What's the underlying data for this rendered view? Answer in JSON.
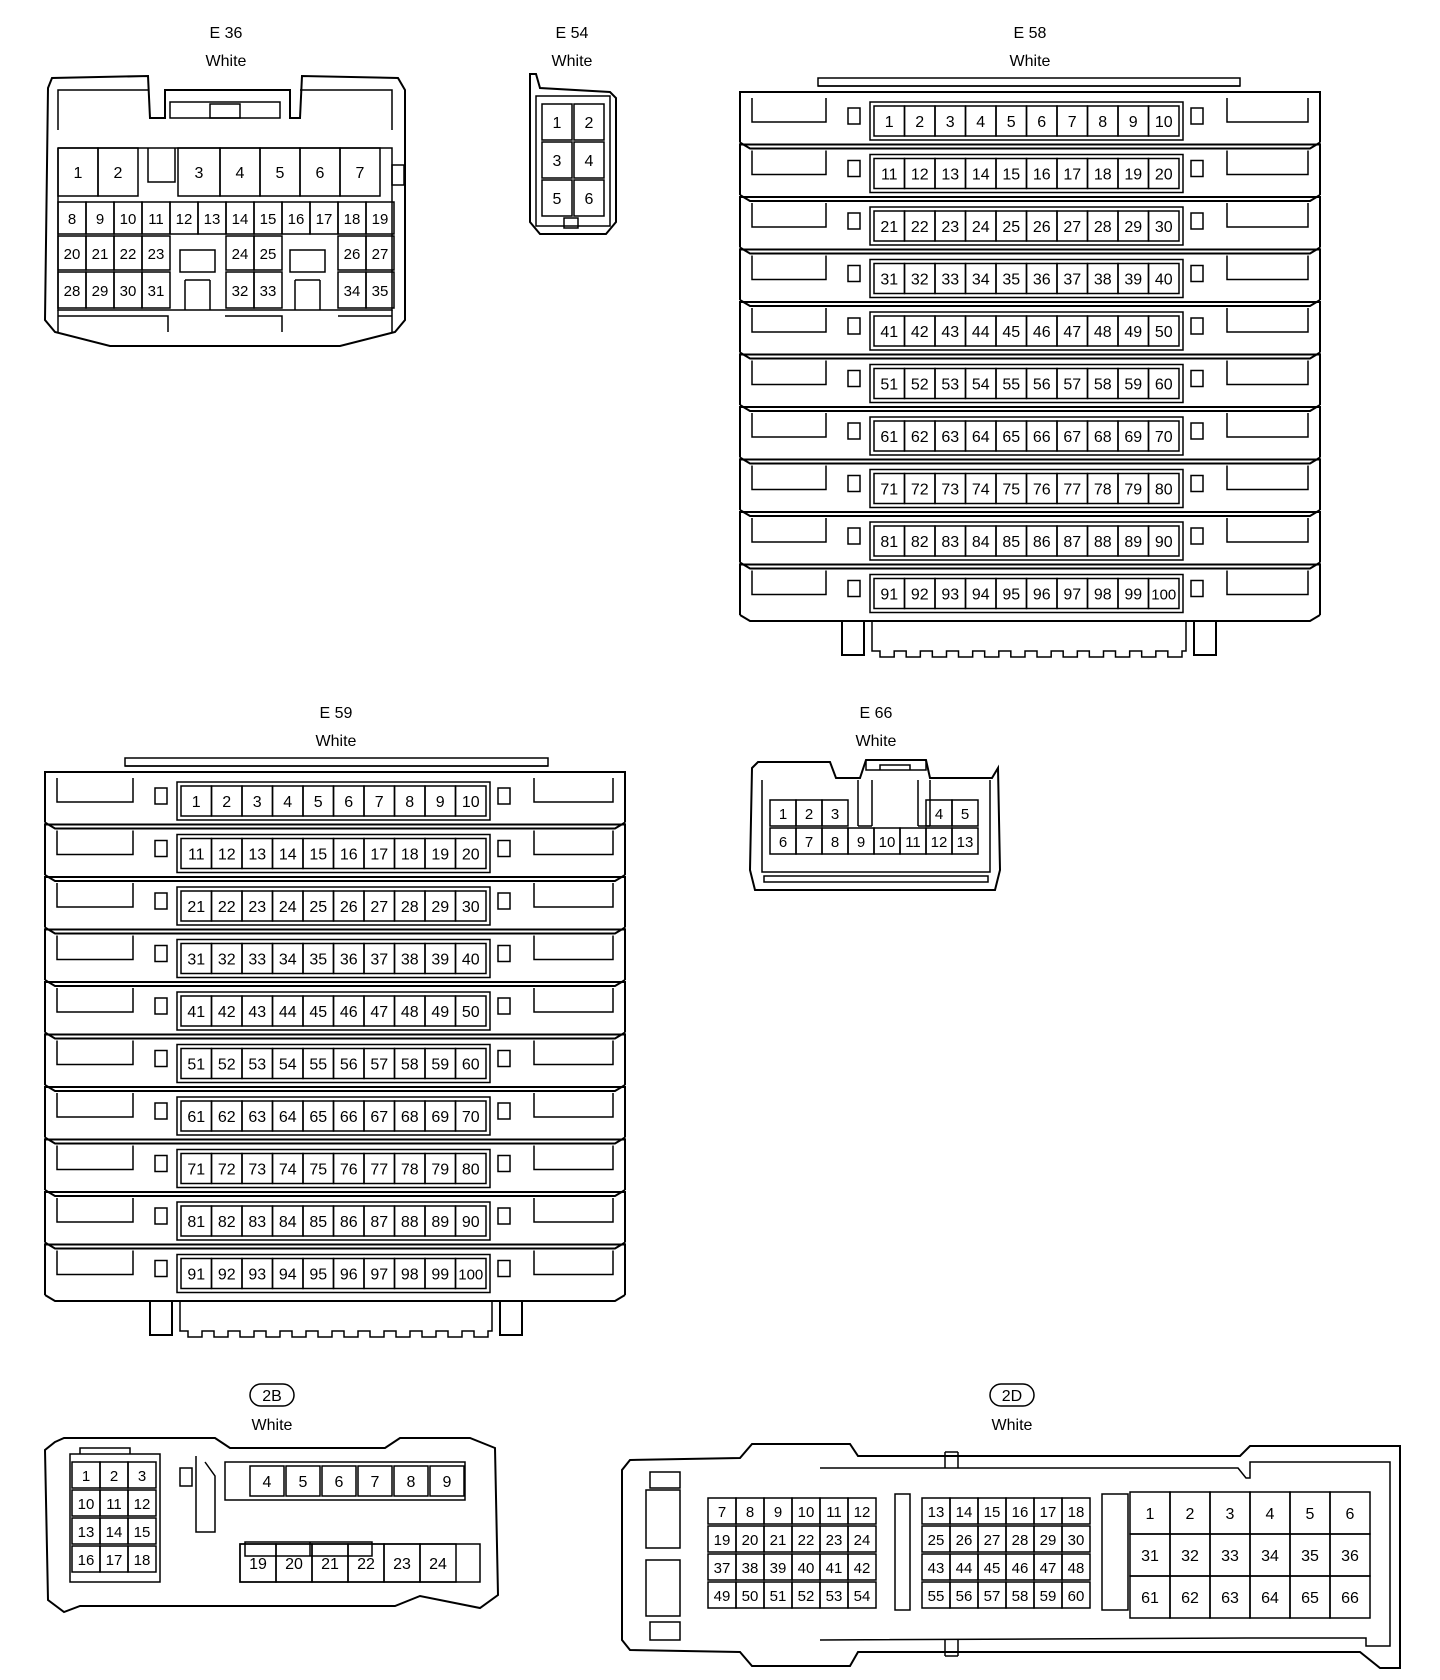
{
  "connectors": {
    "e36": {
      "id": "E 36",
      "color": "White",
      "pins": [
        "1",
        "2",
        "3",
        "4",
        "5",
        "6",
        "7",
        "8",
        "9",
        "10",
        "11",
        "12",
        "13",
        "14",
        "15",
        "16",
        "17",
        "18",
        "19",
        "20",
        "21",
        "22",
        "23",
        "24",
        "25",
        "26",
        "27",
        "28",
        "29",
        "30",
        "31",
        "32",
        "33",
        "34",
        "35"
      ]
    },
    "e54": {
      "id": "E 54",
      "color": "White",
      "pins": [
        "1",
        "2",
        "3",
        "4",
        "5",
        "6"
      ]
    },
    "e58": {
      "id": "E 58",
      "color": "White",
      "pin_count": 100
    },
    "e59": {
      "id": "E 59",
      "color": "White",
      "pin_count": 100
    },
    "e66": {
      "id": "E 66",
      "color": "White",
      "pins": [
        "1",
        "2",
        "3",
        "4",
        "5",
        "6",
        "7",
        "8",
        "9",
        "10",
        "11",
        "12",
        "13"
      ]
    },
    "c2b": {
      "id": "2B",
      "color": "White",
      "pins": [
        "1",
        "2",
        "3",
        "4",
        "5",
        "6",
        "7",
        "8",
        "9",
        "10",
        "11",
        "12",
        "13",
        "14",
        "15",
        "16",
        "17",
        "18",
        "19",
        "20",
        "21",
        "22",
        "23",
        "24"
      ]
    },
    "c2d": {
      "id": "2D",
      "color": "White",
      "pins_left": [
        [
          "7",
          "8",
          "9",
          "10",
          "11",
          "12"
        ],
        [
          "19",
          "20",
          "21",
          "22",
          "23",
          "24"
        ],
        [
          "37",
          "38",
          "39",
          "40",
          "41",
          "42"
        ],
        [
          "49",
          "50",
          "51",
          "52",
          "53",
          "54"
        ]
      ],
      "pins_mid": [
        [
          "13",
          "14",
          "15",
          "16",
          "17",
          "18"
        ],
        [
          "25",
          "26",
          "27",
          "28",
          "29",
          "30"
        ],
        [
          "43",
          "44",
          "45",
          "46",
          "47",
          "48"
        ],
        [
          "55",
          "56",
          "57",
          "58",
          "59",
          "60"
        ]
      ],
      "pins_right": [
        [
          "1",
          "2",
          "3",
          "4",
          "5",
          "6"
        ],
        [
          "31",
          "32",
          "33",
          "34",
          "35",
          "36"
        ],
        [
          "61",
          "62",
          "63",
          "64",
          "65",
          "66"
        ]
      ]
    }
  }
}
